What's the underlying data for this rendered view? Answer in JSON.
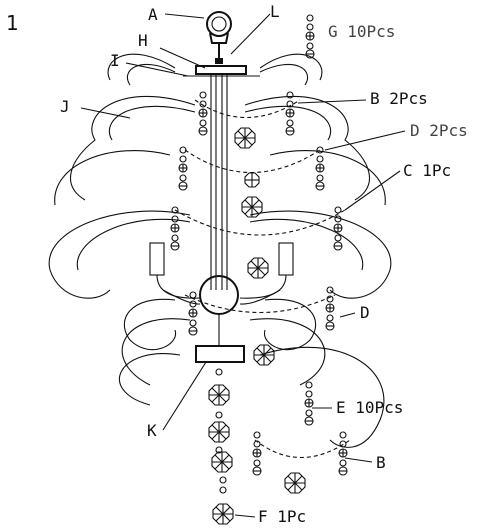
{
  "figure_number": "1",
  "labels": {
    "A": "A",
    "L": "L",
    "H": "H",
    "I": "I",
    "J": "J",
    "K": "K",
    "B_top": "B 2Pcs",
    "D_top": "D 2Pcs",
    "C": "C 1Pc",
    "D_side": "D",
    "E": "E 10Pcs",
    "B_bottom": "B",
    "F": "F 1Pc",
    "G": "G 10Pcs"
  }
}
